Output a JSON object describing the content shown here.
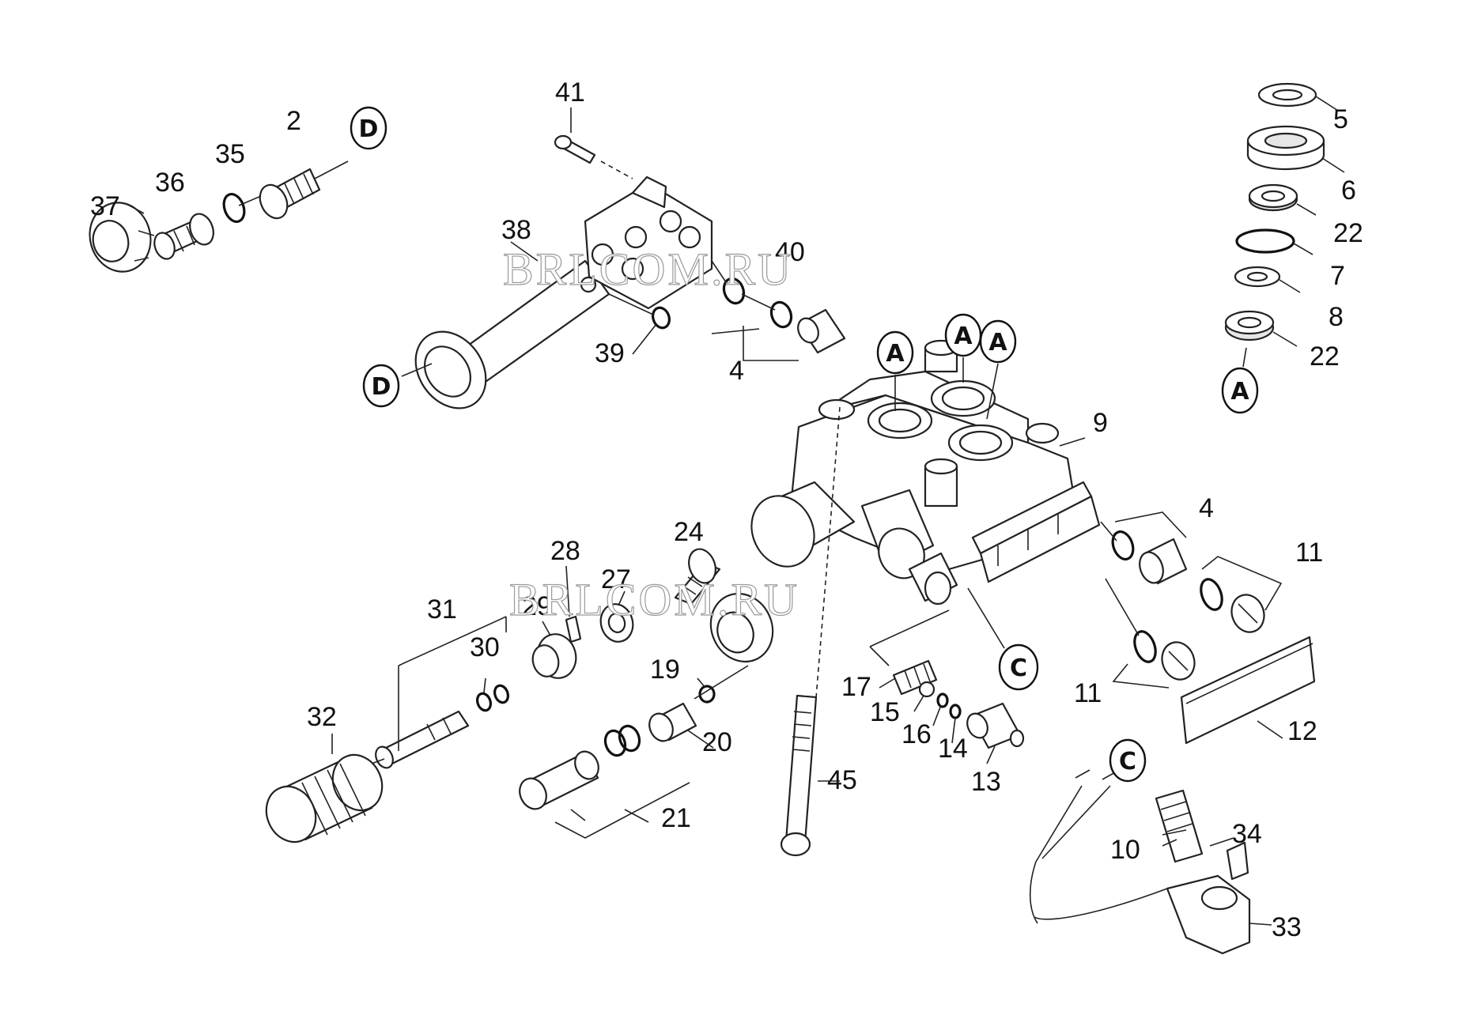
{
  "watermarks": [
    "BRLCOM.RU",
    "BRLCOM.RU"
  ],
  "section_markers": [
    "A",
    "A",
    "A",
    "A",
    "C",
    "C",
    "D",
    "D"
  ],
  "part_labels": [
    "2",
    "4",
    "4",
    "5",
    "6",
    "7",
    "8",
    "9",
    "10",
    "11",
    "11",
    "12",
    "13",
    "14",
    "15",
    "16",
    "17",
    "19",
    "20",
    "21",
    "22",
    "22",
    "24",
    "27",
    "28",
    "29",
    "30",
    "31",
    "32",
    "33",
    "34",
    "35",
    "36",
    "37",
    "38",
    "39",
    "40",
    "41",
    "45"
  ]
}
